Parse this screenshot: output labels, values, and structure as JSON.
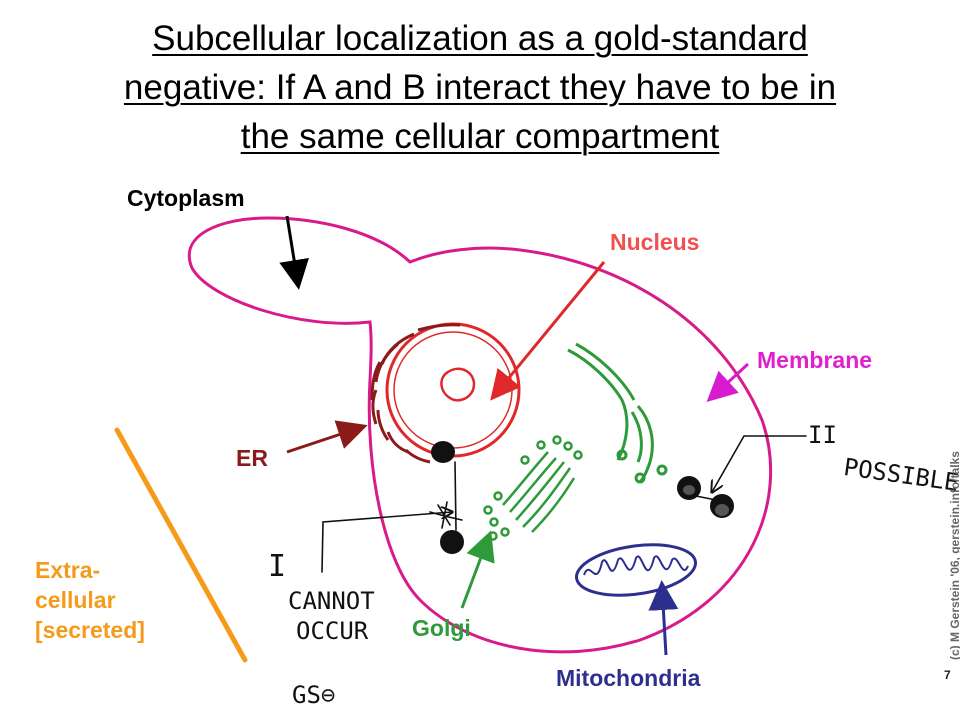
{
  "title": {
    "line1": "Subcellular localization as a gold-standard",
    "line2": "negative: If A and B interact they have to be in",
    "line3": "the same cellular compartment"
  },
  "labels": {
    "cytoplasm": "Cytoplasm",
    "nucleus": "Nucleus",
    "membrane": "Membrane",
    "er": "ER",
    "golgi": "Golgi",
    "mitochondria": "Mitochondria",
    "extracellular_1": "Extra-",
    "extracellular_2": "cellular",
    "extracellular_3": "[secreted]"
  },
  "annotations": {
    "left_numeral": "I",
    "left_line1": "CANNOT",
    "left_line2": "OCCUR",
    "left_line3": "GS⊖",
    "right_numeral": "II",
    "right_text": "POSSIBLE"
  },
  "footer": {
    "credit": "(c) M Gerstein '06, gerstein.info/talks",
    "page": "7"
  },
  "colors": {
    "cell_membrane": "#d81b8a",
    "nucleus": "#e0282a",
    "er": "#8b1a1a",
    "golgi": "#2e9a3a",
    "mitochondria": "#2d2f8f",
    "extracellular": "#f59a1a",
    "membrane_label": "#e01fcf",
    "nucleus_label": "#f05050"
  }
}
